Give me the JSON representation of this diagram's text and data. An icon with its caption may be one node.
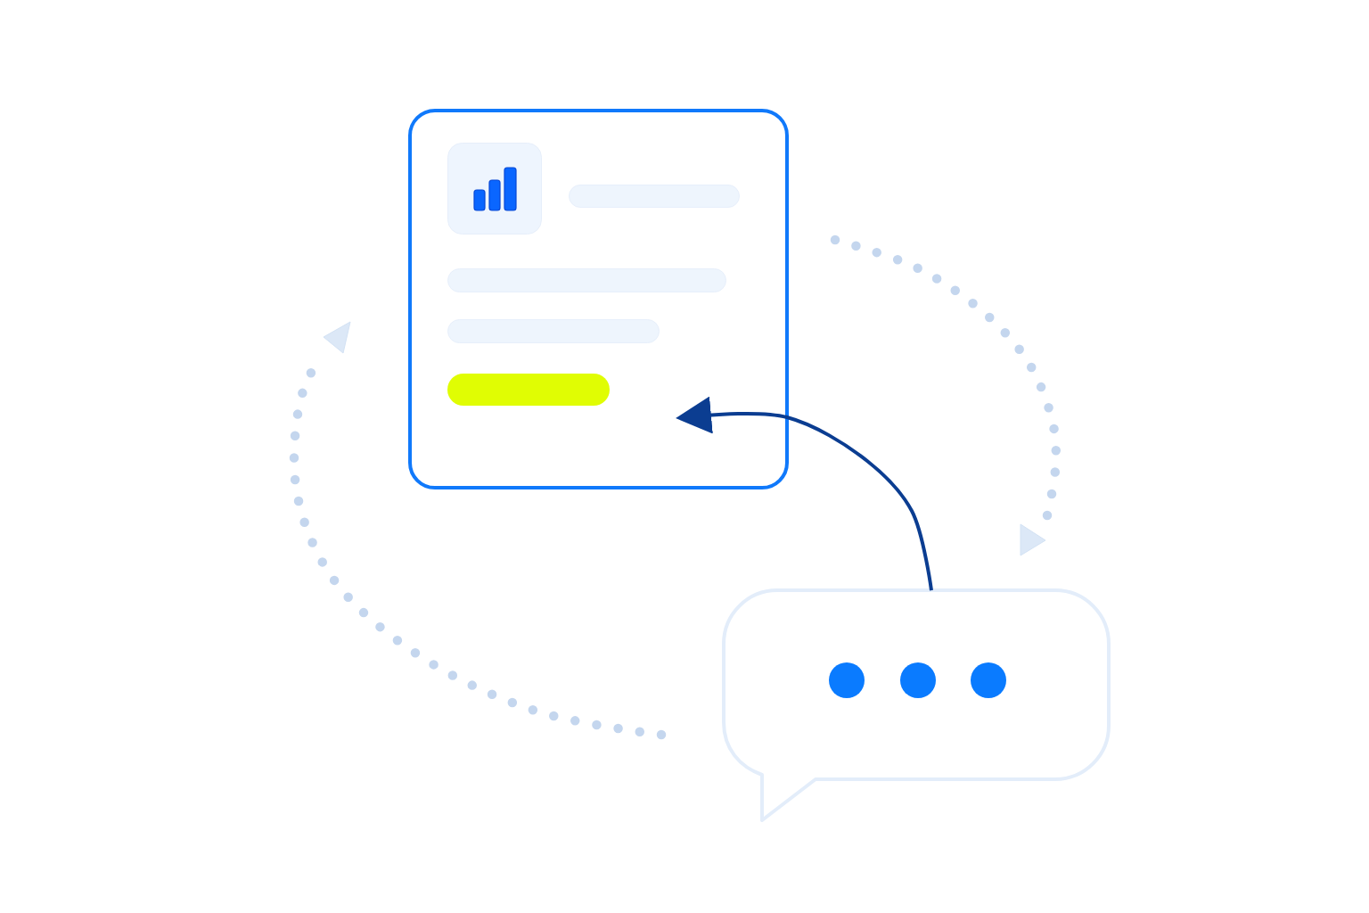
{
  "diagram": {
    "nodes": [
      {
        "text": [],
        "shape": "box"
      },
      {
        "text": [],
        "shape": "bubble"
      }
    ],
    "edges": [
      {
        "from": 1,
        "to": 0,
        "arrow": "to"
      }
    ]
  }
}
